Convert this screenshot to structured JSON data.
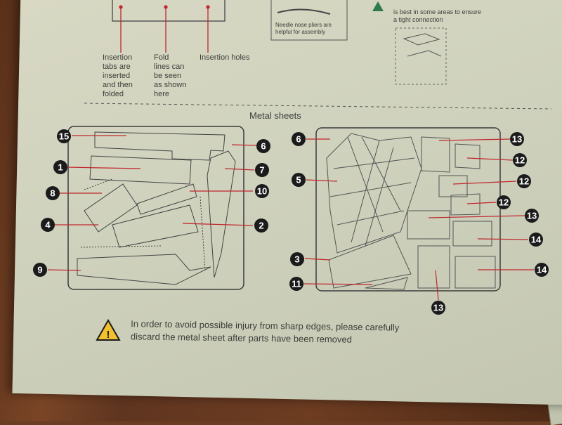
{
  "top_notes": {
    "insertion_tabs": "Insertion\ntabs are\ninserted\nand then\nfolded",
    "fold_lines": "Fold\nlines can\nbe seen\nas shown\nhere",
    "insertion_holes": "Insertion holes",
    "needle_nose": "Needle nose pliers are\nhelpful for assembly",
    "tight_connection": "is best in some areas to ensure\na tight connection"
  },
  "section_title": "Metal sheets",
  "left_sheet_numbers": [
    "15",
    "1",
    "8",
    "4",
    "9",
    "6",
    "7",
    "10",
    "2"
  ],
  "right_sheet_numbers": [
    "6",
    "5",
    "3",
    "11",
    "13",
    "12",
    "12",
    "12",
    "13",
    "14",
    "14",
    "13"
  ],
  "warning": {
    "icon": "warning-triangle-icon",
    "text": "In order to avoid possible injury from sharp edges, please carefully\ndiscard the metal sheet after parts have been removed"
  },
  "colors": {
    "leader_line": "#c0272d",
    "badge": "#1b1b1b",
    "paper": "#d4d6c1"
  }
}
